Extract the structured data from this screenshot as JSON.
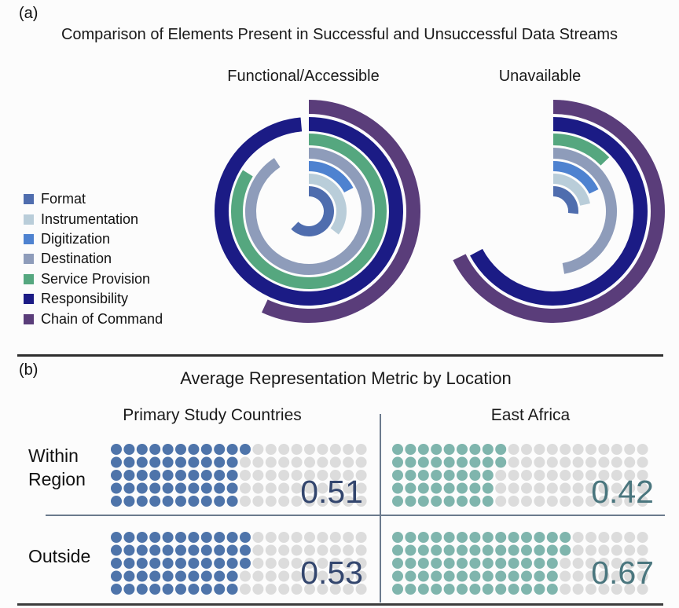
{
  "panel_a": {
    "label": "(a)",
    "title": "Comparison of Elements Present in Successful and Unsuccessful Data Streams"
  },
  "panel_b": {
    "label": "(b)",
    "title": "Average Representation Metric by Location"
  },
  "chart_data": [
    {
      "type": "radial-bar",
      "panel": "a",
      "title": "Comparison of Elements Present in Successful and Unsuccessful Data Streams",
      "categories": [
        "Format",
        "Instrumentation",
        "Digitization",
        "Destination",
        "Service Provision",
        "Responsibility",
        "Chain of Command"
      ],
      "colors": [
        "#4f6dae",
        "#b9cdd9",
        "#4e82d0",
        "#8e9cba",
        "#55a77f",
        "#1b1b85",
        "#5a3d7a"
      ],
      "ring_order": "categories listed innermost ring to outermost ring",
      "start": "12 o'clock, sweeping clockwise",
      "series": [
        {
          "name": "Functional/Accessible",
          "sweep_deg": [
            225,
            128,
            62,
            327,
            302,
            355,
            205
          ]
        },
        {
          "name": "Unavailable",
          "sweep_deg": [
            96,
            78,
            64,
            170,
            46,
            242,
            244
          ]
        }
      ]
    },
    {
      "type": "waffle",
      "panel": "b",
      "title": "Average Representation Metric by Location",
      "columns": [
        "Primary Study Countries",
        "East Africa"
      ],
      "rows": [
        "Within Region",
        "Outside"
      ],
      "grid": {
        "columns": 20,
        "rows": 5,
        "total_dots": 100,
        "fill_order": "column-major, left to right, top to bottom"
      },
      "cells": [
        {
          "row": "Within Region",
          "column": "Primary Study Countries",
          "value": 0.51,
          "display": "0.51",
          "filled_dots": 51
        },
        {
          "row": "Within Region",
          "column": "East Africa",
          "value": 0.42,
          "display": "0.42",
          "filled_dots": 42
        },
        {
          "row": "Outside",
          "column": "Primary Study Countries",
          "value": 0.53,
          "display": "0.53",
          "filled_dots": 53
        },
        {
          "row": "Outside",
          "column": "East Africa",
          "value": 0.67,
          "display": "0.67",
          "filled_dots": 67
        }
      ],
      "colors": {
        "primary_fill": "#4e74aa",
        "east_africa_fill": "#7fb5ad",
        "empty_dot": "#dcdcdc",
        "primary_value_text": "#33466e",
        "east_africa_value_text": "#4a767e"
      }
    }
  ]
}
